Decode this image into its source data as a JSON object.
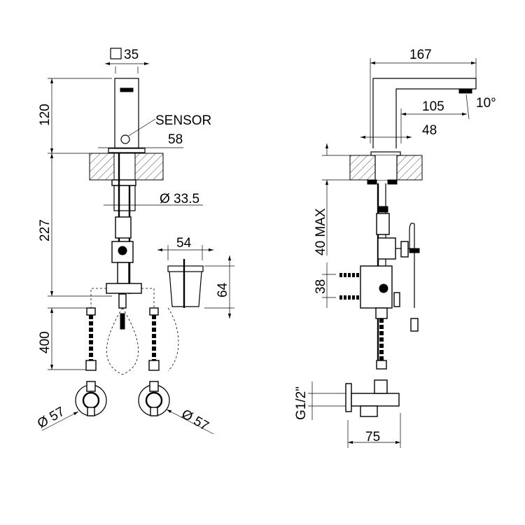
{
  "labels": {
    "square_35": "35",
    "height_120": "120",
    "sensor": "SENSOR",
    "base_58": "58",
    "pipe_dia": "Ø 33.5",
    "depth_227": "227",
    "box_width": "54",
    "box_height": "64",
    "hose_400": "400",
    "flange_left": "Ø 57",
    "flange_right": "Ø 57",
    "reach_167": "167",
    "reach_105": "105",
    "angle": "10°",
    "base_48": "48",
    "max_40": "40 MAX",
    "spacing_38": "38",
    "thread": "G1/2\"",
    "valve_75": "75"
  }
}
